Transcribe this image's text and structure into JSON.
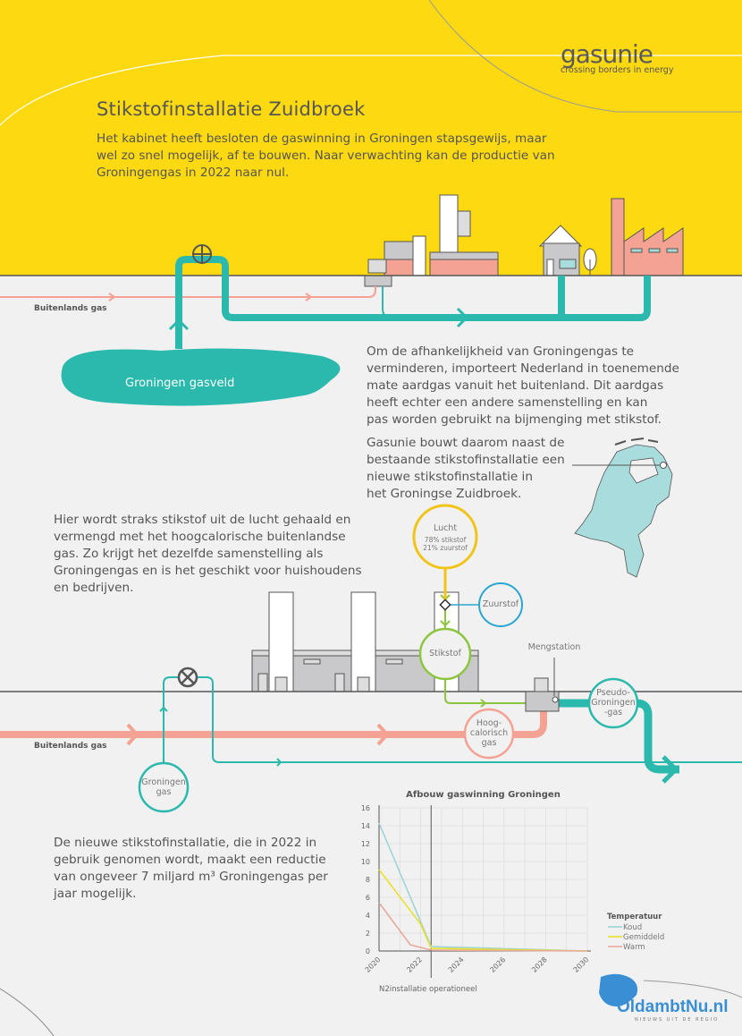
{
  "brand": {
    "name": "gasunie",
    "tagline": "crossing borders in energy"
  },
  "title": "Stikstofinstallatie Zuidbroek",
  "intro": [
    "Het kabinet heeft besloten de gaswinning in Groningen stapsgewijs, maar",
    "wel zo snel mogelijk, af te bouwen. Naar verwachting kan de productie van",
    "Groningengas in 2022 naar nul."
  ],
  "top_diagram": {
    "import_label": "Buitenlands gas",
    "field_label": "Groningen gasveld"
  },
  "para_import": [
    "Om de afhankelijkheid van Groningengas te",
    "verminderen, importeert Nederland in toenemende",
    "mate aardgas vanuit het buitenland. Dit aardgas",
    "heeft echter een andere samenstelling en kan",
    "pas worden gebruikt na bijmenging met stikstof."
  ],
  "para_build": [
    "Gasunie bouwt daarom naast de",
    "bestaande stikstofinstallatie een",
    "nieuwe stikstofinstallatie in",
    "het Groningse Zuidbroek."
  ],
  "para_process": [
    "Hier wordt straks stikstof uit de lucht gehaald en",
    "vermengd met het hoogcalorische buitenlandse",
    "gas. Zo krijgt het dezelfde samenstelling als",
    "Groningengas en is het geschikt voor huishoudens",
    "en bedrijven."
  ],
  "process": {
    "lucht": "Lucht",
    "lucht_n": "78% stikstof",
    "lucht_o": "21% zuurstof",
    "zuurstof": "Zuurstof",
    "stikstof": "Stikstof",
    "mengstation": "Mengstation",
    "pseudo": [
      "Pseudo-",
      "Groningen",
      "-gas"
    ],
    "hoog": [
      "Hoog-",
      "calorisch",
      "gas"
    ],
    "groningen_gas": [
      "Groningen",
      "gas"
    ],
    "import_label": "Buitenlands gas"
  },
  "para_reduction": [
    "De nieuwe stikstofinstallatie, die in 2022 in",
    "gebruik genomen wordt, maakt een reductie",
    "van ongeveer 7 miljard m³ Groningengas per",
    "jaar mogelijk."
  ],
  "colors": {
    "yellow": "#fcd910",
    "teal": "#2bb8ad",
    "salmon": "#f4a293",
    "green": "#8cc63f",
    "blue": "#29a7d0",
    "gold": "#f0c419"
  },
  "chart_data": {
    "type": "line",
    "title": "Afbouw gaswinning Groningen",
    "xlabel": "",
    "ylabel": "",
    "xlim": [
      2020,
      2030
    ],
    "ylim": [
      0,
      16
    ],
    "xticks": [
      "2020",
      "2022",
      "2024",
      "2026",
      "2028",
      "2030"
    ],
    "yticks": [
      "0",
      "2",
      "4",
      "6",
      "8",
      "10",
      "12",
      "14",
      "16"
    ],
    "grid": true,
    "legend_title": "Temperatuur",
    "legend_position": "right",
    "annotation": {
      "x": 2022.5,
      "label": "N2installatie operationeel"
    },
    "series": [
      {
        "name": "Koud",
        "color": "#9fd4d6",
        "x": [
          2020,
          2022.5,
          2030
        ],
        "y": [
          14.3,
          0.5,
          0
        ]
      },
      {
        "name": "Gemiddeld",
        "color": "#e8e22a",
        "x": [
          2020,
          2022,
          2022.5,
          2030
        ],
        "y": [
          9.1,
          3.0,
          0.3,
          0
        ]
      },
      {
        "name": "Warm",
        "color": "#e8a99b",
        "x": [
          2020,
          2021.5,
          2022.5,
          2030
        ],
        "y": [
          5.4,
          0.7,
          0.1,
          0
        ]
      }
    ]
  },
  "watermark": {
    "name": "OldambtNu.nl",
    "sub": "NIEUWS UIT DE REGIO"
  }
}
